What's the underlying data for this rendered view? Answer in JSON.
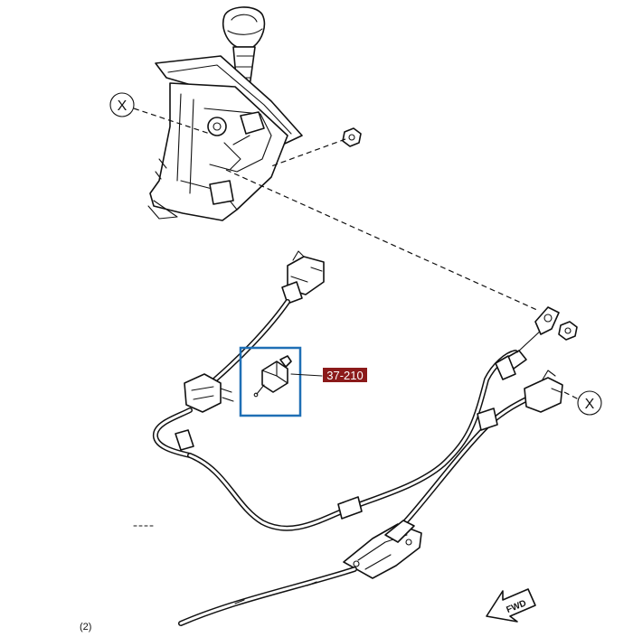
{
  "diagram": {
    "callout_label": "37-210",
    "callout_colors": {
      "label_bg": "#8b1a1a",
      "label_text": "#ffffff",
      "highlight_box": "#1f6fb5"
    },
    "reference_markers": [
      "X",
      "X"
    ],
    "footnote": "(2)",
    "direction_label": "FWD"
  }
}
